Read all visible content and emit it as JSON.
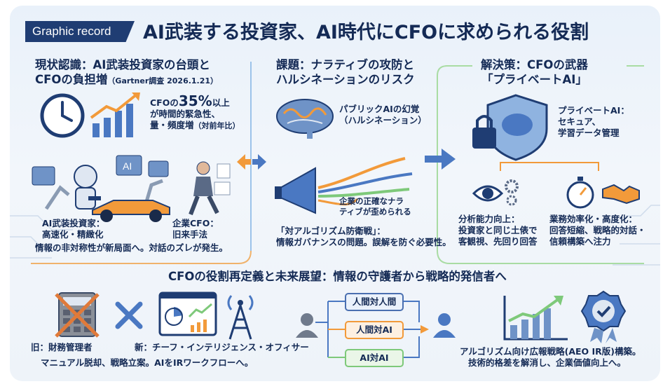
{
  "badge": "Graphic record",
  "title": "AI武装する投資家、AI時代にCFOに求められる役割",
  "section1": {
    "heading_line1": "現状認識：AI武装投資家の台頭と",
    "heading_line2": "CFOの負担増",
    "source": "（Gartner調査 2026.1.21）",
    "stat_prefix": "CFOの",
    "stat_value": "35%",
    "stat_suffix": "以上",
    "stat_line2": "が時間的緊急性、",
    "stat_line3": "量・頻度増",
    "stat_note": "（対前年比）",
    "investor_label_line1": "AI武装投資家：",
    "investor_label_line2": "高速化・精緻化",
    "cfo_label_line1": "企業CFO：",
    "cfo_label_line2": "旧来手法",
    "summary": "情報の非対称性が新局面へ。対話のズレが発生。"
  },
  "section2": {
    "heading_line1": "課題：ナラティブの攻防と",
    "heading_line2": "ハルシネーションのリスク",
    "brain_label_line1": "パブリックAIの幻覚",
    "brain_label_line2": "（ハルシネーション）",
    "distort_line1": "企業の正確なナラ",
    "distort_line2": "ティブが歪められる",
    "defense_line1": "「対アルゴリズム防衛戦」：",
    "defense_line2": "情報ガバナンスの問題。誤解を防ぐ必要性。"
  },
  "section3": {
    "heading_line1": "解決策：CFOの武器",
    "heading_line2": "「プライベートAI」",
    "private_line1": "プライベートAI：",
    "private_line2": "セキュア、",
    "private_line3": "学習データ管理",
    "analysis_line1": "分析能力向上：",
    "analysis_line2": "投資家と同じ土俵で",
    "analysis_line3": "客観視、先回り回答",
    "efficiency_line1": "業務効率化・高度化：",
    "efficiency_line2": "回答短縮、戦略的対話・",
    "efficiency_line3": "信頼構築へ注力"
  },
  "bottom": {
    "heading": "CFOの役割再定義と未来展望：情報の守護者から戦略的発信者へ",
    "old_label": "旧：財務管理者",
    "new_label": "新：チーフ・インテリジェンス・オフィサー",
    "manual_line": "マニュアル脱却、戦略立案。AIをIRワークフローへ。",
    "flow_items": [
      "人間対人間",
      "人間対AI",
      "AI対AI"
    ],
    "strategy_line1": "アルゴリズム向け広報戦略(AEO IR版)構築。",
    "strategy_line2": "技術的格差を解消し、企業価値向上へ。"
  },
  "colors": {
    "navy": "#1f3d73",
    "orange": "#f29a3a",
    "blue": "#4a78c2",
    "green": "#7ec97a"
  },
  "icons": [
    "clock-icon",
    "growth-chart-icon",
    "robot-investor-icon",
    "race-car-icon",
    "businessman-icon",
    "arrows-exchange-icon",
    "brain-icon",
    "megaphone-icon",
    "arrow-right-icon",
    "lock-shield-icon",
    "eye-gear-icon",
    "stopwatch-icon",
    "handshake-icon",
    "calculator-icon",
    "cross-icon",
    "dashboard-icon",
    "antenna-icon",
    "person-icon",
    "bar-chart-growth-icon",
    "award-badge-icon"
  ]
}
